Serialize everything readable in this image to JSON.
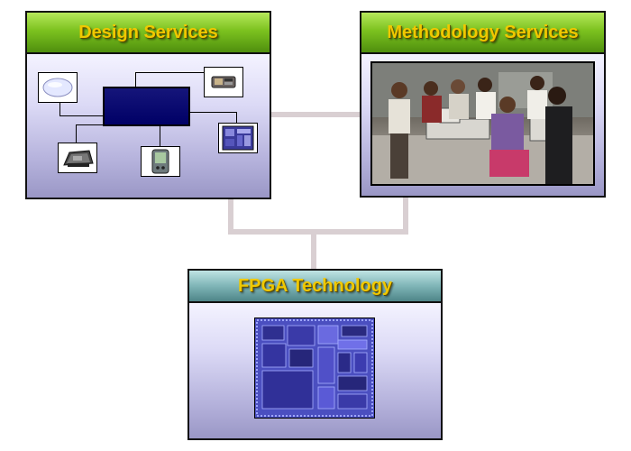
{
  "panels": {
    "design_services": {
      "title": "Design Services"
    },
    "methodology_services": {
      "title": "Methodology Services"
    },
    "fpga_technology": {
      "title": "FPGA  Technology"
    }
  },
  "icons": {
    "design_devices": [
      "disc-icon",
      "handheld-device-icon",
      "telephone-icon",
      "pda-icon",
      "circuit-board-icon"
    ],
    "photo": "meeting-photo",
    "chip": "fpga-chip-die-icon"
  },
  "colors": {
    "header_green": "#7cc21f",
    "header_teal": "#7fb5b7",
    "title_gold": "#f0c800",
    "panel_lavender": "#c8c6ea",
    "central_box_navy": "#000066",
    "connector": "#d9cfd2"
  }
}
